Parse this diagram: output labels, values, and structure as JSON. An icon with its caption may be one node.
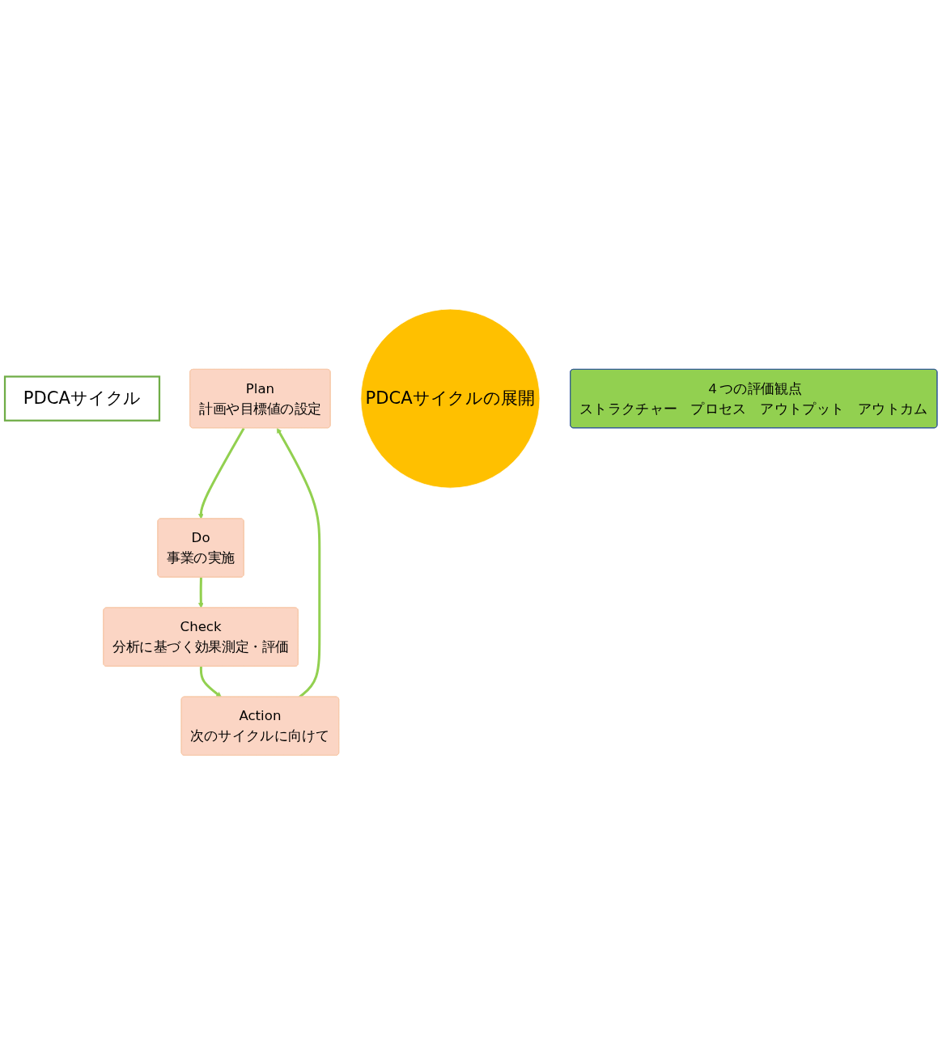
{
  "diagram": {
    "nodes": [
      {
        "text": [
          "PDCAサイクル"
        ]
      },
      {
        "text": [
          "Plan",
          "計画や目標値の設定"
        ]
      },
      {
        "text": [
          "Do",
          "事業の実施"
        ]
      },
      {
        "text": [
          "Check",
          "分析に基づく効果測定・評価"
        ]
      },
      {
        "text": [
          "Action",
          "次のサイクルに向けて"
        ]
      },
      {
        "text": [
          "PDCAサイクルの展開"
        ]
      },
      {
        "text": [
          "４つの評価観点",
          "ストラクチャー　プロセス　アウトプット　アウトカム"
        ]
      }
    ],
    "edges": [
      {
        "from": 1,
        "to": 2,
        "arrow": "to"
      },
      {
        "from": 2,
        "to": 3,
        "arrow": "to"
      },
      {
        "from": 3,
        "to": 4,
        "arrow": "to"
      },
      {
        "from": 4,
        "to": 1,
        "arrow": "to"
      }
    ]
  }
}
